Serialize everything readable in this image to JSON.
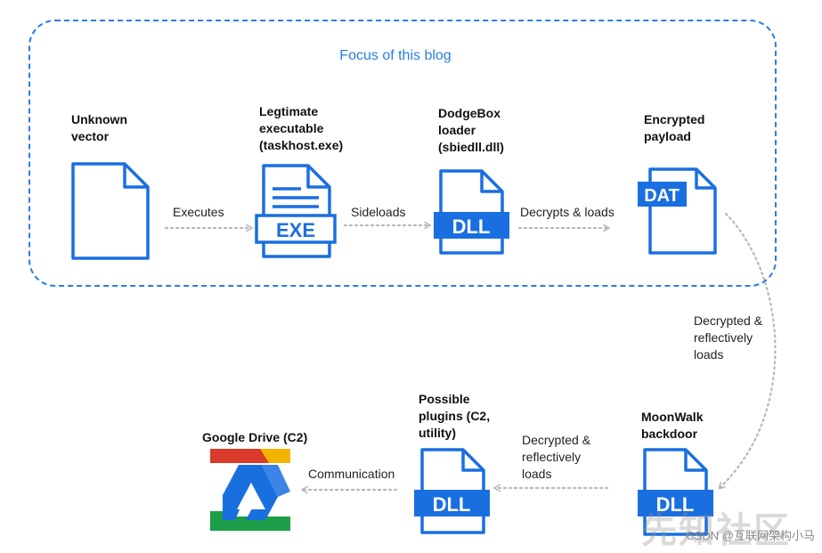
{
  "focus": {
    "label": "Focus of this blog"
  },
  "nodes": {
    "unknown_vector": {
      "title_lines": [
        "Unknown",
        "vector"
      ]
    },
    "legit_exe": {
      "title_lines": [
        "Legtimate",
        "executable",
        "(taskhost.exe)"
      ],
      "badge": "EXE"
    },
    "dodgebox": {
      "title_lines": [
        "DodgeBox",
        "loader",
        "(sbiedll.dll)"
      ],
      "badge": "DLL"
    },
    "encrypted_payload": {
      "title_lines": [
        "Encrypted",
        "payload"
      ],
      "badge": "DAT"
    },
    "moonwalk": {
      "title_lines": [
        "MoonWalk",
        "backdoor"
      ],
      "badge": "DLL"
    },
    "plugins": {
      "title_lines": [
        "Possible",
        "plugins (C2,",
        "utility)"
      ],
      "badge": "DLL"
    },
    "gdrive": {
      "title_lines": [
        "Google Drive (C2)"
      ]
    }
  },
  "edges": {
    "executes": {
      "label_lines": [
        "Executes"
      ]
    },
    "sideloads": {
      "label_lines": [
        "Sideloads"
      ]
    },
    "decrypts_loads": {
      "label_lines": [
        "Decrypts & loads"
      ]
    },
    "decrypted_reflective_1": {
      "label_lines": [
        "Decrypted &",
        "reflectively",
        "loads"
      ]
    },
    "decrypted_reflective_2": {
      "label_lines": [
        "Decrypted &",
        "reflectively",
        "loads"
      ]
    },
    "communication": {
      "label_lines": [
        "Communication"
      ]
    }
  },
  "watermark": {
    "text": "CSDN @互联网架构小马",
    "big_text": "先知社区"
  },
  "colors": {
    "accent": "#1a6fe0",
    "arrow": "#b8b8b8",
    "drive_blue": "#1a6fe0",
    "drive_red": "#d93a2b",
    "drive_yellow": "#f2b400",
    "drive_green": "#1e9e48"
  }
}
